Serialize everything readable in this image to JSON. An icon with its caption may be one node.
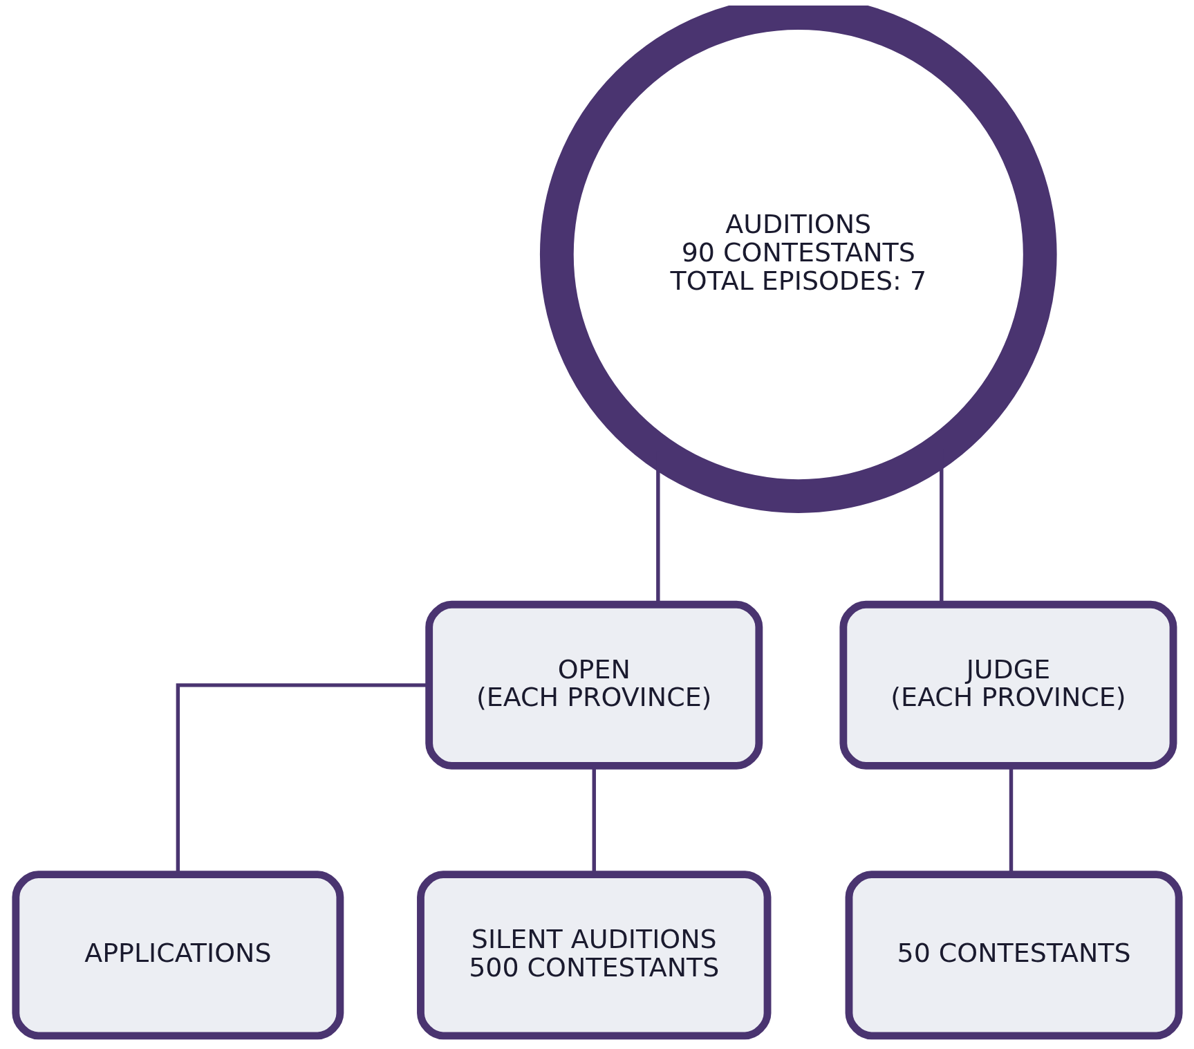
{
  "diagram": {
    "nodes": [
      {
        "text": [
          "AUDITIONS",
          "90 CONTESTANTS",
          "TOTAL EPISODES: 7"
        ]
      },
      {
        "text": [
          "OPEN",
          "(EACH PROVINCE)"
        ]
      },
      {
        "text": [
          "JUDGE",
          "(EACH PROVINCE)"
        ]
      },
      {
        "text": [
          "APPLICATIONS"
        ]
      },
      {
        "text": [
          "SILENT AUDITIONS",
          "500 CONTESTANTS"
        ]
      },
      {
        "text": [
          "50 CONTESTANTS"
        ]
      }
    ],
    "edges": [
      {
        "from": 0,
        "to": 1,
        "arrow": "none"
      },
      {
        "from": 0,
        "to": 2,
        "arrow": "none"
      },
      {
        "from": 1,
        "to": 3,
        "arrow": "none"
      },
      {
        "from": 1,
        "to": 4,
        "arrow": "none"
      },
      {
        "from": 2,
        "to": 5,
        "arrow": "none"
      }
    ]
  }
}
